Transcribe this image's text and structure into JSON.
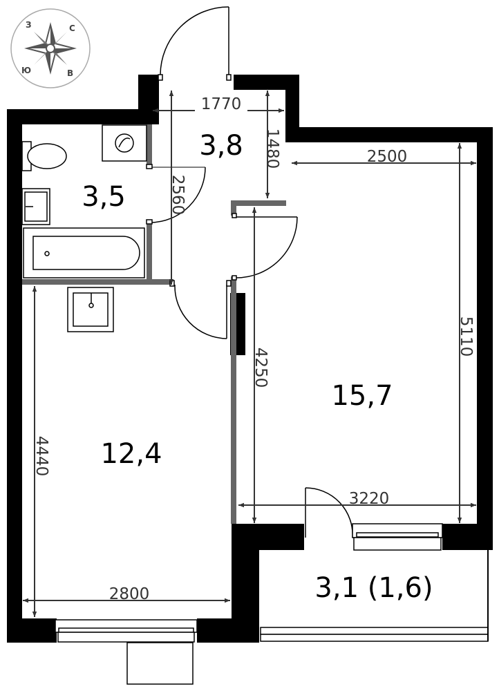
{
  "colors": {
    "wall": "#000000",
    "partition": "#666666",
    "line": "#333333",
    "background": "#ffffff"
  },
  "compass": {
    "north": "С",
    "south": "Ю",
    "west": "З",
    "east": "В"
  },
  "rooms": {
    "hall": {
      "area": "3,8"
    },
    "bathroom": {
      "area": "3,5"
    },
    "kitchen": {
      "area": "12,4"
    },
    "living_room": {
      "area": "15,7"
    },
    "balcony": {
      "area": "3,1 (1,6)"
    }
  },
  "dimensions": {
    "hall_width": "1770",
    "hall_depth": "1480",
    "corridor_length": "2560",
    "room_width_top": "2500",
    "room_length": "5110",
    "partition_length": "4250",
    "room_width_bottom": "3220",
    "kitchen_length": "4440",
    "kitchen_width": "2800"
  }
}
